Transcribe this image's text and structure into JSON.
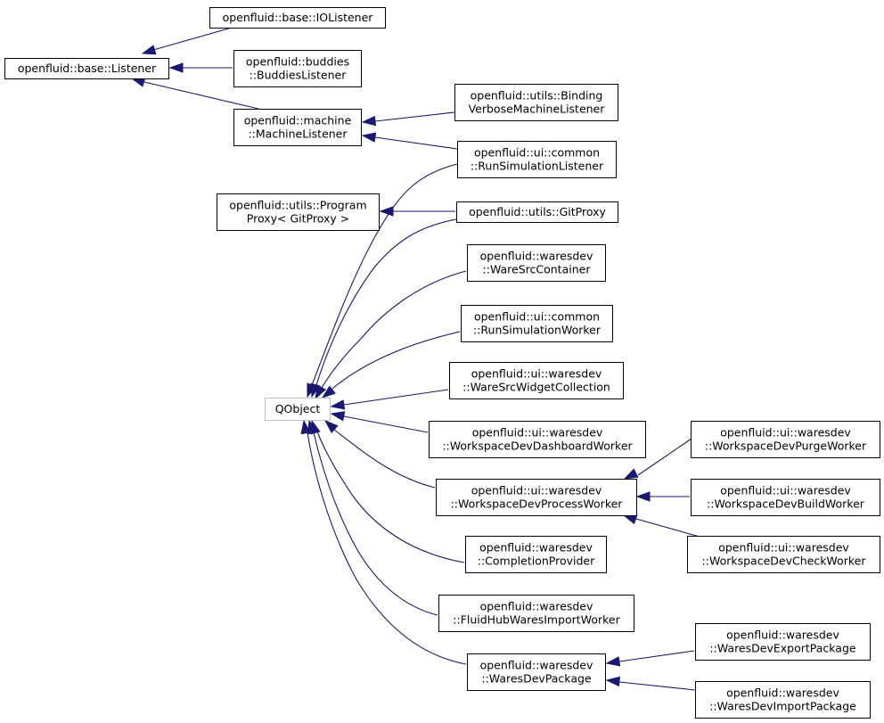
{
  "diagram": {
    "nodes": {
      "iolistener": [
        "openfluid::base::IOListener"
      ],
      "listener": [
        "openfluid::base::Listener"
      ],
      "buddieslistener": [
        "openfluid::buddies",
        "::BuddiesListener"
      ],
      "bindingverbose": [
        "openfluid::utils::Binding",
        "VerboseMachineListener"
      ],
      "machinelistener": [
        "openfluid::machine",
        "::MachineListener"
      ],
      "runsimlistener": [
        "openfluid::ui::common",
        "::RunSimulationListener"
      ],
      "programproxy": [
        "openfluid::utils::Program",
        "Proxy< GitProxy >"
      ],
      "gitproxy": [
        "openfluid::utils::GitProxy"
      ],
      "waresrccontainer": [
        "openfluid::waresdev",
        "::WareSrcContainer"
      ],
      "runsimworker": [
        "openfluid::ui::common",
        "::RunSimulationWorker"
      ],
      "waresrcwidgetcollection": [
        "openfluid::ui::waresdev",
        "::WareSrcWidgetCollection"
      ],
      "qobject": [
        "QObject"
      ],
      "dashboardworker": [
        "openfluid::ui::waresdev",
        "::WorkspaceDevDashboardWorker"
      ],
      "purgeworker": [
        "openfluid::ui::waresdev",
        "::WorkspaceDevPurgeWorker"
      ],
      "processworker": [
        "openfluid::ui::waresdev",
        "::WorkspaceDevProcessWorker"
      ],
      "buildworker": [
        "openfluid::ui::waresdev",
        "::WorkspaceDevBuildWorker"
      ],
      "completionprovider": [
        "openfluid::waresdev",
        "::CompletionProvider"
      ],
      "checkworker": [
        "openfluid::ui::waresdev",
        "::WorkspaceDevCheckWorker"
      ],
      "fluidhubimport": [
        "openfluid::waresdev",
        "::FluidHubWaresImportWorker"
      ],
      "exportpackage": [
        "openfluid::waresdev",
        "::WaresDevExportPackage"
      ],
      "waresdevpackage": [
        "openfluid::waresdev",
        "::WaresDevPackage"
      ],
      "importpackage": [
        "openfluid::waresdev",
        "::WaresDevImportPackage"
      ]
    },
    "edges": [
      {
        "from": "iolistener",
        "to": "listener"
      },
      {
        "from": "buddieslistener",
        "to": "listener"
      },
      {
        "from": "machinelistener",
        "to": "listener"
      },
      {
        "from": "bindingverbose",
        "to": "machinelistener"
      },
      {
        "from": "runsimlistener",
        "to": "machinelistener"
      },
      {
        "from": "gitproxy",
        "to": "programproxy"
      },
      {
        "from": "runsimlistener",
        "to": "qobject"
      },
      {
        "from": "gitproxy",
        "to": "qobject"
      },
      {
        "from": "waresrccontainer",
        "to": "qobject"
      },
      {
        "from": "runsimworker",
        "to": "qobject"
      },
      {
        "from": "waresrcwidgetcollection",
        "to": "qobject"
      },
      {
        "from": "dashboardworker",
        "to": "qobject"
      },
      {
        "from": "processworker",
        "to": "qobject"
      },
      {
        "from": "completionprovider",
        "to": "qobject"
      },
      {
        "from": "fluidhubimport",
        "to": "qobject"
      },
      {
        "from": "waresdevpackage",
        "to": "qobject"
      },
      {
        "from": "purgeworker",
        "to": "processworker"
      },
      {
        "from": "buildworker",
        "to": "processworker"
      },
      {
        "from": "checkworker",
        "to": "processworker"
      },
      {
        "from": "exportpackage",
        "to": "waresdevpackage"
      },
      {
        "from": "importpackage",
        "to": "waresdevpackage"
      }
    ],
    "colors": {
      "edge": "#191970",
      "box_border": "#000000",
      "muted_box_border": "#bfbfbf",
      "background": "#ffffff"
    }
  }
}
